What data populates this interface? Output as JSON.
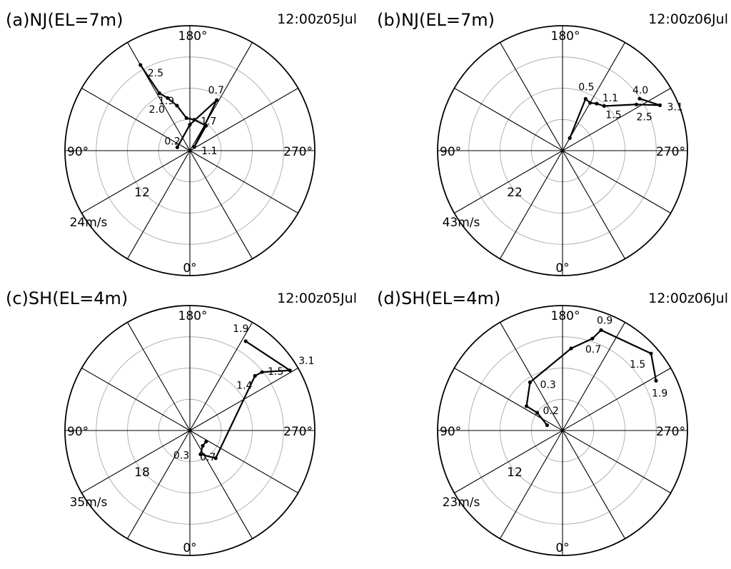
{
  "chart_data": [
    {
      "type": "polar-hodograph",
      "title": "(a)NJ(EL=7m)",
      "time": "12:00z05Jul",
      "direction_labels": [
        "180°",
        "90°",
        "270°",
        "0°"
      ],
      "ring_labels": [
        "12",
        "24m/s"
      ],
      "rmax": 24,
      "ring_count": 4,
      "spoke_interval_deg": 30,
      "series": [
        {
          "direction_deg": [
            105,
            180,
            208,
            230,
            213,
            188,
            174,
            164,
            157,
            152,
            150
          ],
          "speed_ms": [
            2.5,
            5.0,
            11.0,
            1.1,
            5.7,
            6.0,
            6.3,
            9.0,
            11.0,
            12.5,
            19.0
          ],
          "labels": [
            "0.2",
            "",
            "0.7",
            "1.1",
            "",
            "1.7",
            "",
            "1.9",
            "2.0",
            "",
            "2.5"
          ]
        }
      ]
    },
    {
      "type": "polar-hodograph",
      "title": "(b)NJ(EL=7m)",
      "time": "12:00z06Jul",
      "direction_labels": [
        "180°",
        "90°",
        "270°",
        "0°"
      ],
      "ring_labels": [
        "22",
        "43m/s"
      ],
      "rmax": 43,
      "ring_count": 4,
      "spoke_interval_deg": 30,
      "series": [
        {
          "direction_deg": [
            210,
            204,
            210,
            216,
            223,
            238,
            245,
            236
          ],
          "speed_ms": [
            5.0,
            19.5,
            19.0,
            20.0,
            21.0,
            30.0,
            37.0,
            32.0
          ],
          "labels": [
            "",
            "0.5",
            "",
            "1.1",
            "1.5",
            "2.5",
            "3.1",
            "4.0"
          ]
        }
      ]
    },
    {
      "type": "polar-hodograph",
      "title": "(c)SH(EL=4m)",
      "time": "12:00z05Jul",
      "direction_labels": [
        "180°",
        "90°",
        "270°",
        "0°"
      ],
      "ring_labels": [
        "18",
        "35m/s"
      ],
      "rmax": 35,
      "ring_count": 4,
      "spoke_interval_deg": 30,
      "series": [
        {
          "direction_deg": [
            304,
            320,
            336,
            317,
            230,
            231,
            239,
            212
          ],
          "speed_ms": [
            5.5,
            5.6,
            7.3,
            10.6,
            23.8,
            26.0,
            32.7,
            29.5
          ],
          "labels": [
            "",
            "",
            "0.3",
            "0.7",
            "1.4",
            "1.5",
            "3.1",
            "1.9"
          ]
        }
      ]
    },
    {
      "type": "polar-hodograph",
      "title": "(d)SH(EL=4m)",
      "time": "12:00z06Jul",
      "direction_labels": [
        "180°",
        "90°",
        "270°",
        "0°"
      ],
      "ring_labels": [
        "12",
        "23m/s"
      ],
      "rmax": 23,
      "ring_count": 4,
      "spoke_interval_deg": 30,
      "series": [
        {
          "direction_deg": [
            109,
            125,
            124,
            146,
            186,
            198,
            201,
            229,
            242
          ],
          "speed_ms": [
            3.0,
            5.7,
            8.0,
            10.7,
            15.2,
            17.8,
            19.8,
            21.6,
            19.5
          ],
          "labels": [
            "",
            "0.2",
            "",
            "0.3",
            "",
            "0.7",
            "0.9",
            "1.5",
            "1.9"
          ]
        }
      ]
    }
  ]
}
